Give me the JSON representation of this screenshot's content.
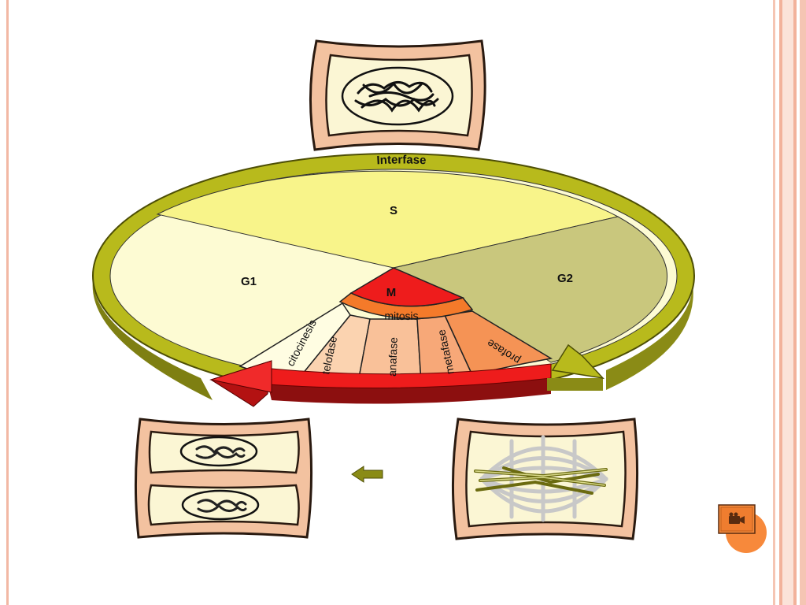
{
  "diagram": {
    "cycle_title": "Interfase",
    "phases": {
      "s": "S",
      "g1": "G1",
      "g2": "G2",
      "m": "M"
    },
    "mitosis_label": "mitosis",
    "subphases": [
      "citocinesis",
      "telofase",
      "anafase",
      "metafase",
      "profase"
    ]
  },
  "colors": {
    "ring": "#b8ba1c",
    "s_phase": "#f8f48a",
    "g1_phase": "#fdfbd3",
    "g2_phase": "#c9c77d",
    "m_phase": "#ee1c1c",
    "mitosis_band": "#f47a2a",
    "cell_wall": "#f3c2a0",
    "media_button": "#f7893b"
  },
  "media_button": {
    "icon": "video-camera-icon"
  }
}
